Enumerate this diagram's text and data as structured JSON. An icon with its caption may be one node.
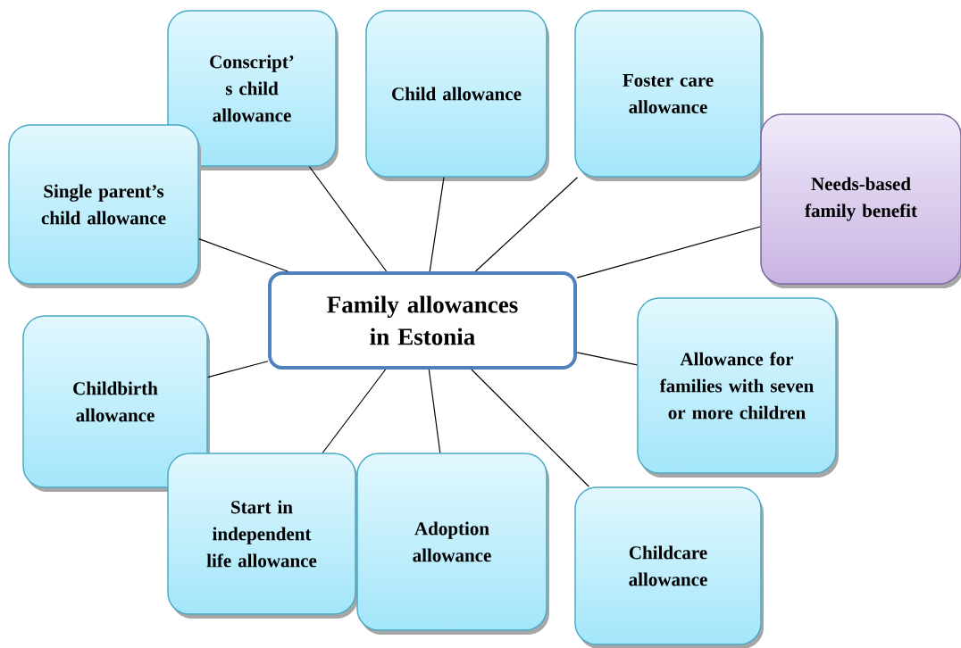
{
  "diagram": {
    "nodes": [
      {
        "text": [
          "Conscript’ s child allowance"
        ]
      },
      {
        "text": [
          "Child allowance"
        ]
      },
      {
        "text": [
          "Foster care allowance"
        ]
      },
      {
        "text": [
          "Needs-based family benefit"
        ]
      },
      {
        "text": [
          "Single parent’s child allowance"
        ]
      },
      {
        "text": [
          "Family allowances in Estonia"
        ]
      },
      {
        "text": [
          "Allowance for families with seven or more children"
        ]
      },
      {
        "text": [
          "Childbirth allowance"
        ]
      },
      {
        "text": [
          "Start in independent life allowance"
        ]
      },
      {
        "text": [
          "Adoption allowance"
        ]
      },
      {
        "text": [
          "Childcare allowance"
        ]
      }
    ],
    "edges": [
      {
        "from": 5,
        "to": 0,
        "arrow": "none"
      },
      {
        "from": 5,
        "to": 1,
        "arrow": "none"
      },
      {
        "from": 5,
        "to": 2,
        "arrow": "none"
      },
      {
        "from": 5,
        "to": 3,
        "arrow": "none"
      },
      {
        "from": 5,
        "to": 4,
        "arrow": "none"
      },
      {
        "from": 5,
        "to": 6,
        "arrow": "none"
      },
      {
        "from": 5,
        "to": 7,
        "arrow": "none"
      },
      {
        "from": 5,
        "to": 8,
        "arrow": "none"
      },
      {
        "from": 5,
        "to": 9,
        "arrow": "none"
      },
      {
        "from": 5,
        "to": 10,
        "arrow": "none"
      }
    ]
  }
}
